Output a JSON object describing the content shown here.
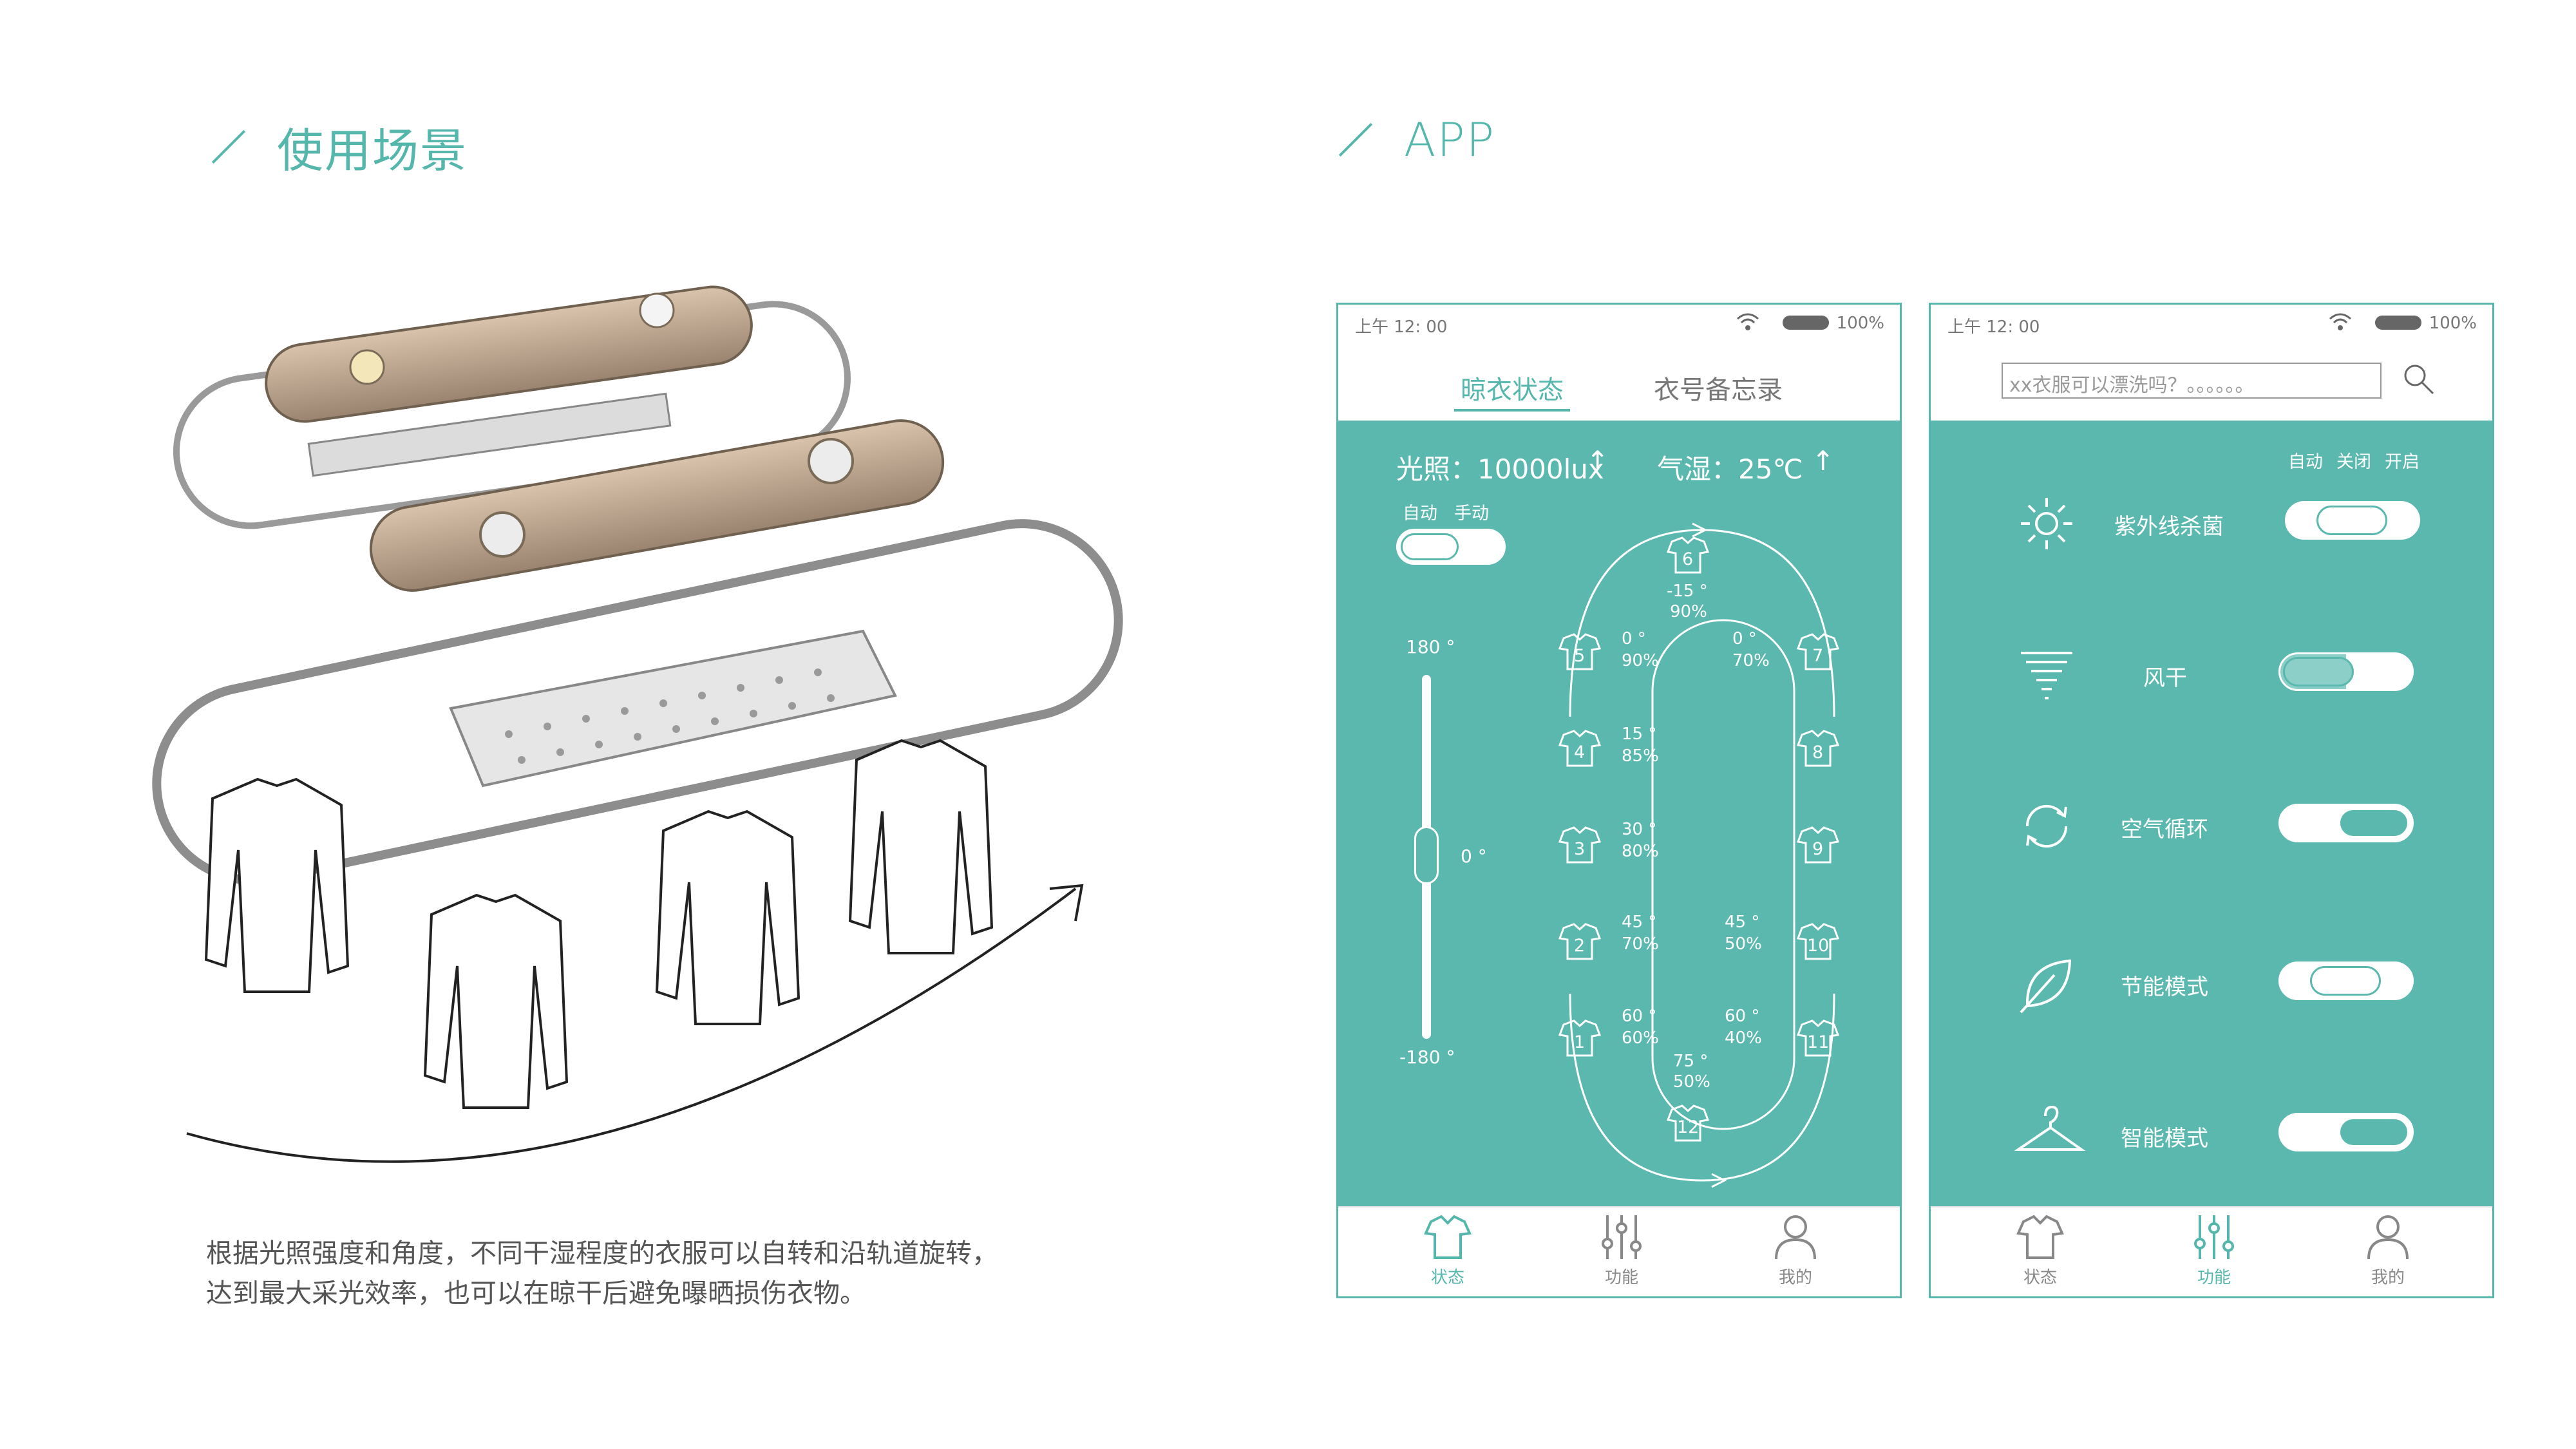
{
  "sections": {
    "left_title": "使用场景",
    "right_title": "APP"
  },
  "caption": {
    "line1": "根据光照强度和角度，不同干湿程度的衣服可以自转和沿轨道旋转，",
    "line2": "达到最大采光效率，也可以在晾干后避免曝晒损伤衣物。"
  },
  "colors": {
    "accent": "#5ab8ae",
    "text": "#4a4a4a"
  },
  "phone1": {
    "status": {
      "time": "上午 12: 00",
      "battery": "100%"
    },
    "tabs": [
      {
        "label": "晾衣状态",
        "active": true
      },
      {
        "label": "衣号备忘录",
        "active": false
      }
    ],
    "readings": {
      "light": "光照：10000lux",
      "light_arrow": "↑",
      "humidity": "气湿：25℃",
      "humidity_arrow": "↑"
    },
    "mode": {
      "auto": "自动",
      "manual": "手动"
    },
    "slider": {
      "top": "180 °",
      "mid": "0 °",
      "bottom": "-180 °",
      "value": 0
    },
    "hangers": [
      {
        "num": "6",
        "angle": "-15 °",
        "humidity": "90%"
      },
      {
        "num": "5",
        "angle": "0 °",
        "humidity": "90%"
      },
      {
        "num": "4",
        "angle": "15 °",
        "humidity": "85%"
      },
      {
        "num": "3",
        "angle": "30 °",
        "humidity": "80%"
      },
      {
        "num": "2",
        "angle": "45 °",
        "humidity": "70%"
      },
      {
        "num": "1",
        "angle": "60 °",
        "humidity": "60%"
      },
      {
        "num": "12",
        "angle": "75 °",
        "humidity": "50%"
      },
      {
        "num": "11",
        "angle": "60 °",
        "humidity": "40%"
      },
      {
        "num": "10",
        "angle": "45 °",
        "humidity": "50%"
      },
      {
        "num": "9",
        "angle": "",
        "humidity": ""
      },
      {
        "num": "8",
        "angle": "",
        "humidity": ""
      },
      {
        "num": "7",
        "angle": "0 °",
        "humidity": "70%"
      }
    ],
    "nav": [
      {
        "label": "状态",
        "active": true
      },
      {
        "label": "功能",
        "active": false
      },
      {
        "label": "我的",
        "active": false
      }
    ]
  },
  "phone2": {
    "status": {
      "time": "上午 12: 00",
      "battery": "100%"
    },
    "search": {
      "placeholder": "xx衣服可以漂洗吗？。。。。。。"
    },
    "switch_header": {
      "auto": "自动",
      "off": "关闭",
      "on": "开启"
    },
    "functions": [
      {
        "icon": "sun-icon",
        "label": "紫外线杀菌",
        "state": "关闭"
      },
      {
        "icon": "tornado-icon",
        "label": "风干",
        "state": "自动"
      },
      {
        "icon": "cycle-icon",
        "label": "空气循环",
        "state": "开启"
      },
      {
        "icon": "leaf-icon",
        "label": "节能模式",
        "state": "关闭"
      },
      {
        "icon": "hanger-icon",
        "label": "智能模式",
        "state": "开启"
      }
    ],
    "nav": [
      {
        "label": "状态",
        "active": false
      },
      {
        "label": "功能",
        "active": true
      },
      {
        "label": "我的",
        "active": false
      }
    ]
  }
}
